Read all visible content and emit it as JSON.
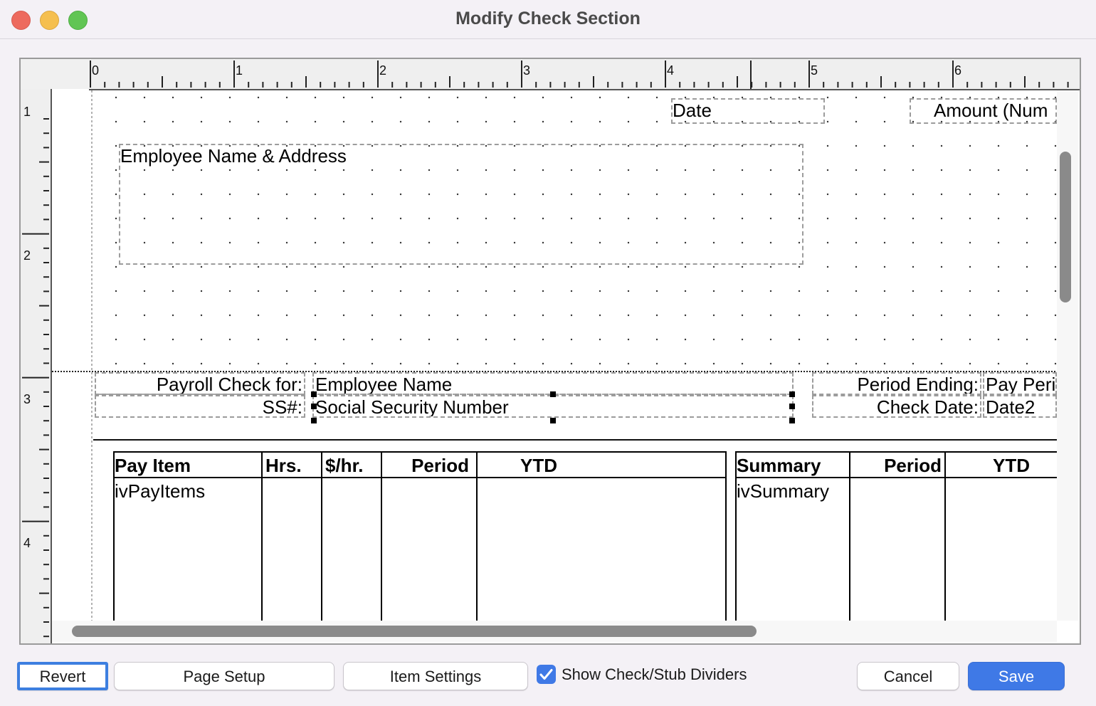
{
  "window": {
    "title": "Modify Check Section"
  },
  "ruler": {
    "horizontal": [
      "0",
      "1",
      "2",
      "3",
      "4",
      "5",
      "6"
    ],
    "vertical": [
      "1",
      "2",
      "3",
      "4"
    ]
  },
  "check": {
    "date_field": "Date",
    "amount_field": "Amount (Num",
    "employee_block": "Employee Name & Address"
  },
  "stub": {
    "payroll_label": "Payroll Check for:",
    "employee_name": "Employee Name",
    "ss_label": "SS#:",
    "ss_value": "Social Security Number",
    "period_ending_label": "Period Ending:",
    "period_ending_value": "Pay Peri",
    "check_date_label": "Check Date:",
    "check_date_value": "Date2"
  },
  "pay_table": {
    "headers": [
      "Pay Item",
      "Hrs.",
      "$/hr.",
      "Period",
      "YTD"
    ],
    "first_cell": "ivPayItems"
  },
  "summary_table": {
    "headers": [
      "Summary",
      "Period",
      "YTD"
    ],
    "first_cell": "ivSummary"
  },
  "buttons": {
    "revert": "Revert",
    "page_setup": "Page Setup",
    "item_settings": "Item Settings",
    "cancel": "Cancel",
    "save": "Save"
  },
  "show_dividers": {
    "label": "Show Check/Stub Dividers",
    "checked": true
  }
}
